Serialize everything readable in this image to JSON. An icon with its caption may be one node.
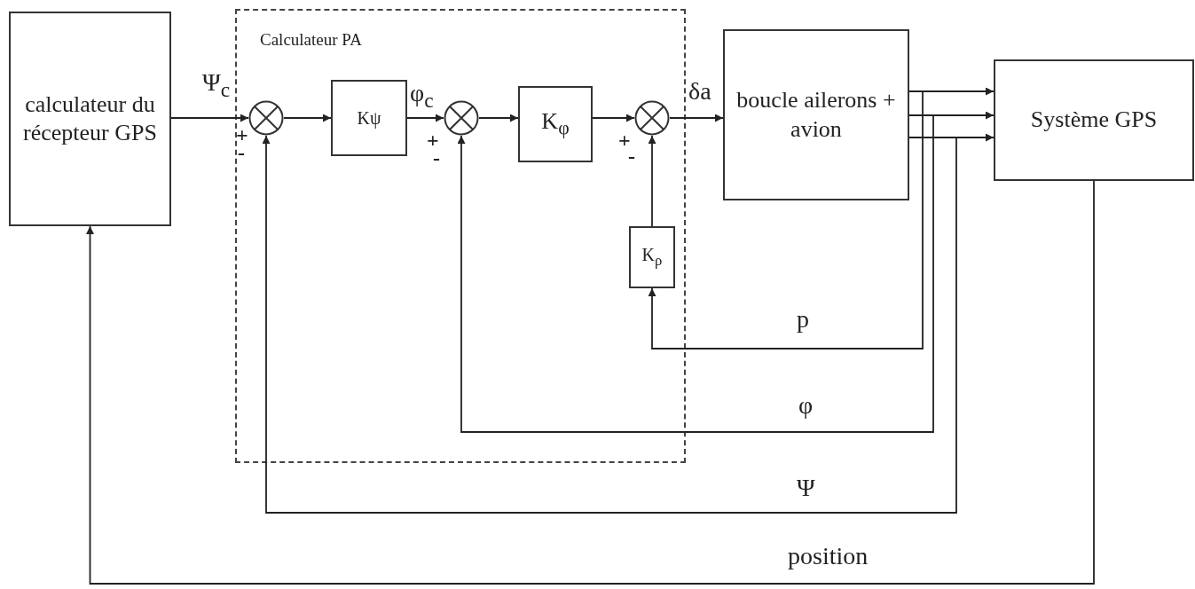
{
  "diagram": {
    "nodes": [
      {
        "text": [
          "calculateur du récepteur GPS"
        ]
      },
      {
        "text": [
          "Calculateur PA"
        ]
      },
      {
        "text": [],
        "shape": "circle",
        "in": 1
      },
      {
        "text": [
          "Kψ"
        ],
        "in": 1
      },
      {
        "text": [],
        "shape": "circle",
        "in": 1
      },
      {
        "text": [
          "K$_{φ}$"
        ],
        "in": 1
      },
      {
        "text": [],
        "shape": "circle",
        "in": 1
      },
      {
        "text": [
          "K$_{ρ}$"
        ],
        "in": 1
      },
      {
        "text": [
          "boucle ailerons + avion"
        ]
      },
      {
        "text": [
          "Système GPS"
        ]
      }
    ],
    "edges": [
      {
        "from": 0,
        "to": 2,
        "arrow": "to",
        "label": "Ψ$_{c}$"
      },
      {
        "from": 2,
        "to": 3,
        "arrow": "to"
      },
      {
        "from": 3,
        "to": 4,
        "arrow": "to",
        "label": "φ$_{c}$"
      },
      {
        "from": 4,
        "to": 5,
        "arrow": "to"
      },
      {
        "from": 5,
        "to": 6,
        "arrow": "to"
      },
      {
        "from": 6,
        "to": 8,
        "arrow": "to",
        "label": "δa"
      },
      {
        "from": 7,
        "to": 6,
        "arrow": "to"
      },
      {
        "from": 8,
        "to": 9,
        "arrow": "to"
      },
      {
        "from": 8,
        "to": 9,
        "arrow": "to"
      },
      {
        "from": 8,
        "to": 9,
        "arrow": "to"
      },
      {
        "from": 8,
        "to": 7,
        "arrow": "to",
        "label": "p"
      },
      {
        "from": 8,
        "to": 4,
        "arrow": "to",
        "label": "φ"
      },
      {
        "from": 8,
        "to": 2,
        "arrow": "to",
        "label": "Ψ"
      },
      {
        "from": 9,
        "to": 0,
        "arrow": "to",
        "label": "position"
      }
    ],
    "labels": [
      "+",
      "-",
      "+",
      "-",
      "+",
      "-"
    ]
  }
}
